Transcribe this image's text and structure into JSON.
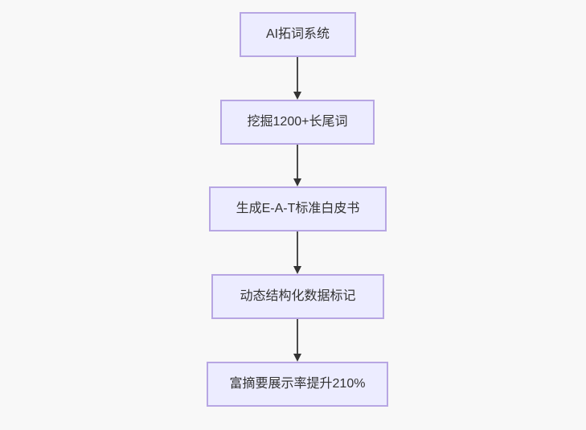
{
  "diagram": {
    "type": "flowchart",
    "direction": "top-down",
    "nodes": [
      {
        "id": "node-1",
        "label": "AI拓词系统"
      },
      {
        "id": "node-2",
        "label": "挖掘1200+长尾词"
      },
      {
        "id": "node-3",
        "label": "生成E-A-T标准白皮书"
      },
      {
        "id": "node-4",
        "label": "动态结构化数据标记"
      },
      {
        "id": "node-5",
        "label": "富摘要展示率提升210%"
      }
    ],
    "edges": [
      {
        "from": "node-1",
        "to": "node-2"
      },
      {
        "from": "node-2",
        "to": "node-3"
      },
      {
        "from": "node-3",
        "to": "node-4"
      },
      {
        "from": "node-4",
        "to": "node-5"
      }
    ],
    "colors": {
      "node_fill": "#ECECFF",
      "node_border": "#B7A6E3",
      "edge_line": "#4B4B4B",
      "arrowhead": "#333333",
      "text": "#333333",
      "canvas_background": "#F8F8F8"
    }
  }
}
